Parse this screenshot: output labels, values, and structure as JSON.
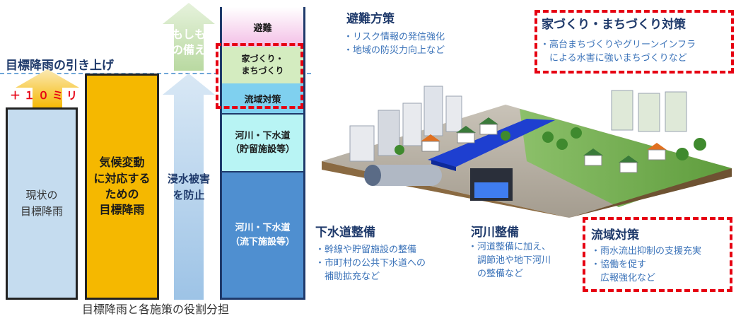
{
  "left_panel": {
    "title": "目標降雨の引き上げ",
    "increase": "＋１０ミリ",
    "current_rain": "現状の\n目標降雨",
    "climate_rain": "気候変動\nに対応する\nための\n目標降雨",
    "arrow_top": "もしも\nの備え",
    "arrow_bottom": "浸水被害\nを防止",
    "stack": {
      "evacuation": "避難",
      "housing": "家づくり・\nまちづくり",
      "basin": "流域対策",
      "storage": "河川・下水道\n（貯留施設等）",
      "flow": "河川・下水道\n（流下施設等）"
    },
    "caption": "目標降雨と各施策の役割分担"
  },
  "right_panel": {
    "evacuation": {
      "title": "避難方策",
      "items": "・リスク情報の発信強化\n・地域の防災力向上など"
    },
    "housing": {
      "title": "家づくり・まちづくり対策",
      "items": "・高台まちづくりやグリーンインフラ\n　による水害に強いまちづくりなど"
    },
    "sewer": {
      "title": "下水道整備",
      "items": "・幹線や貯留施設の整備\n・市町村の公共下水道への\n　補助拡充など"
    },
    "river": {
      "title": "河川整備",
      "items": "・河道整備に加え、\n　調節池や地下河川\n　の整備など"
    },
    "basin": {
      "title": "流域対策",
      "items": "・雨水流出抑制の支援充実\n・協働を促す\n　広報強化など"
    }
  },
  "colors": {
    "navy": "#1f3a6b",
    "blue_text": "#3b73b9",
    "red_dash": "#e60012",
    "climate_yellow": "#f5b800",
    "current_blue": "#c5dcef",
    "flow_blue": "#4f8fd0",
    "storage_cyan": "#b8f4f4",
    "basin_cyan": "#7fd0ef",
    "housing_green": "#d4ecc0",
    "evac_pink": "#f3bfe6"
  }
}
